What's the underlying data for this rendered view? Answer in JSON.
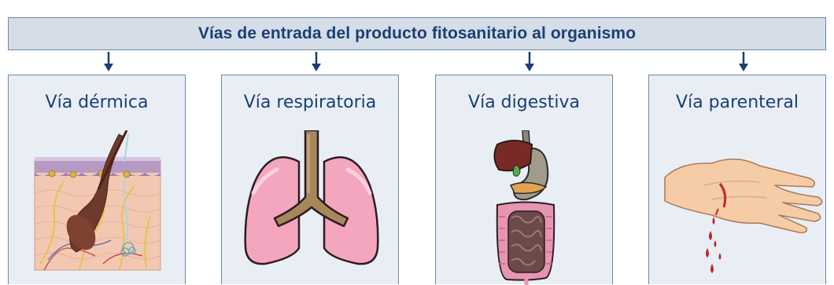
{
  "header": {
    "title": "Vías de entrada del producto fitosanitario al organismo"
  },
  "routes": [
    {
      "label": "Vía dérmica",
      "icon": "skin-cross-section-icon"
    },
    {
      "label": "Vía respiratoria",
      "icon": "lungs-icon"
    },
    {
      "label": "Vía digestiva",
      "icon": "digestive-system-icon"
    },
    {
      "label": "Vía parenteral",
      "icon": "bleeding-hand-icon"
    }
  ],
  "colors": {
    "title_text": "#1b3f73",
    "title_bar_bg": "#d4dde8",
    "card_bg": "#e9eef5",
    "border": "#6d8aa8"
  }
}
